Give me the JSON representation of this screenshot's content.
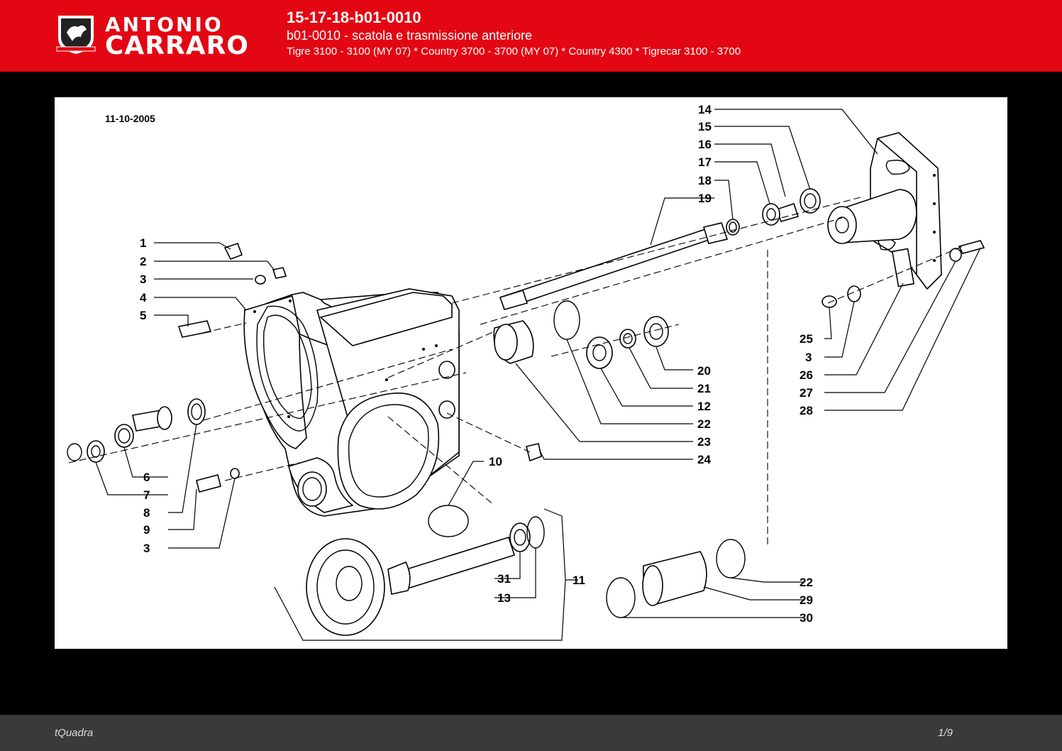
{
  "header": {
    "brand_line1": "ANTONIO",
    "brand_line2": "CARRARO",
    "code": "15-17-18-b01-0010",
    "subtitle": "b01-0010 - scatola e trasmissione anteriore",
    "models": "Tigre 3100 - 3100 (MY 07) * Country 3700 - 3700 (MY 07) * Country 4300 * Tigrecar 3100 - 3700"
  },
  "diagram": {
    "date": "11-10-2005",
    "callouts_left": [
      "1",
      "2",
      "3",
      "4",
      "5",
      "6",
      "7",
      "8",
      "9",
      "3"
    ],
    "callouts_top_right": [
      "14",
      "15",
      "16",
      "17",
      "18",
      "19"
    ],
    "callouts_right_mid": [
      "25",
      "3",
      "26",
      "27",
      "28"
    ],
    "callouts_center": [
      "20",
      "21",
      "12",
      "22",
      "23",
      "24"
    ],
    "callouts_bottom_center": [
      "10",
      "31",
      "13",
      "11"
    ],
    "callouts_bottom_right": [
      "22",
      "29",
      "30"
    ]
  },
  "footer": {
    "left": "tQuadra",
    "right": "1/9"
  },
  "colors": {
    "header_bg": "#e30613",
    "footer_bg": "#3a3a3a",
    "page_bg": "#000000",
    "sheet_bg": "#ffffff"
  }
}
